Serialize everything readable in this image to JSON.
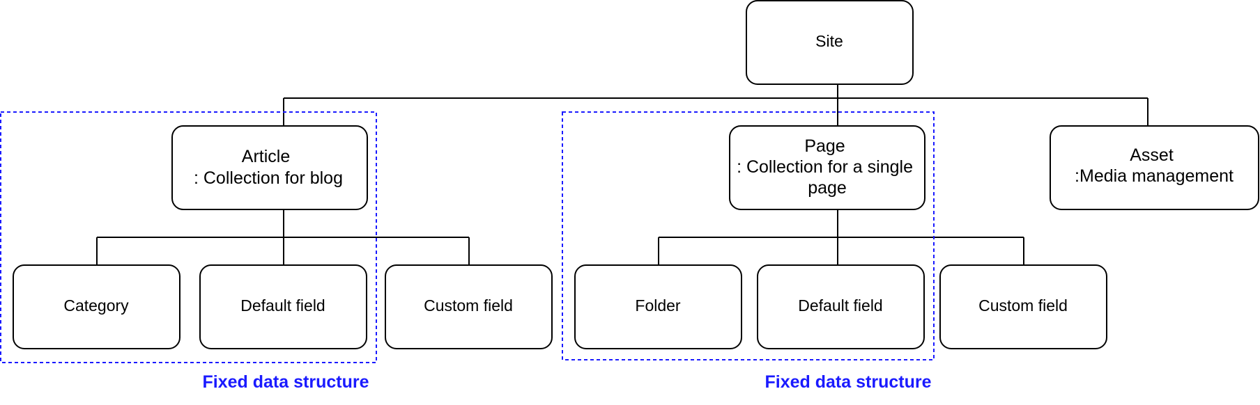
{
  "colors": {
    "node_stroke": "#000000",
    "node_fill": "#ffffff",
    "group_frame": "#1a1aff",
    "group_label": "#1a1aff"
  },
  "root": {
    "label": "Site"
  },
  "branches": {
    "article": {
      "label_lines": [
        "Article",
        ": Collection for blog"
      ]
    },
    "page": {
      "label_lines": [
        "Page",
        ": Collection for a single",
        "page"
      ]
    },
    "asset": {
      "label_lines": [
        "Asset",
        ":Media management"
      ]
    }
  },
  "article_children": {
    "category": "Category",
    "default_field": "Default field",
    "custom_field": "Custom field"
  },
  "page_children": {
    "folder": "Folder",
    "default_field": "Default field",
    "custom_field": "Custom field"
  },
  "groups": {
    "article_group": {
      "label": "Fixed data structure"
    },
    "page_group": {
      "label": "Fixed data structure"
    }
  }
}
